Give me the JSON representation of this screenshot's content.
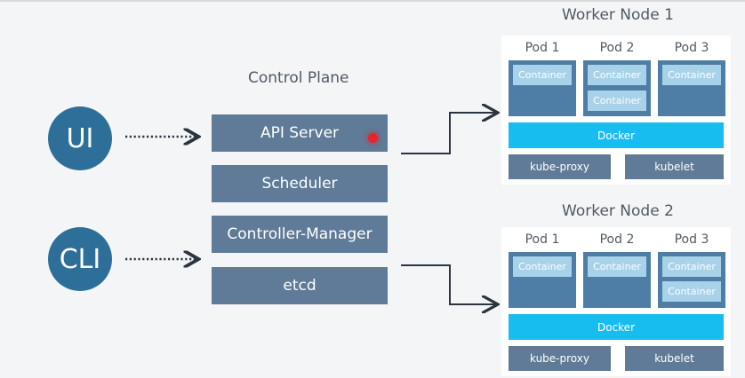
{
  "control_plane": {
    "title": "Control Plane",
    "components": [
      "API Server",
      "Scheduler",
      "Controller-Manager",
      "etcd"
    ]
  },
  "clients": [
    "UI",
    "CLI"
  ],
  "nodes": [
    {
      "title": "Worker Node 1",
      "pods": [
        {
          "label": "Pod 1",
          "containers": [
            "Container"
          ]
        },
        {
          "label": "Pod 2",
          "containers": [
            "Container",
            "Container"
          ]
        },
        {
          "label": "Pod 3",
          "containers": [
            "Container"
          ]
        }
      ],
      "runtime": "Docker",
      "services": [
        "kube-proxy",
        "kubelet"
      ]
    },
    {
      "title": "Worker Node 2",
      "pods": [
        {
          "label": "Pod 1",
          "containers": [
            "Container"
          ]
        },
        {
          "label": "Pod 2",
          "containers": [
            "Container"
          ]
        },
        {
          "label": "Pod 3",
          "containers": [
            "Container",
            "Container"
          ]
        }
      ],
      "runtime": "Docker",
      "services": [
        "kube-proxy",
        "kubelet"
      ]
    }
  ],
  "colors": {
    "client_circle": "#2e6f9a",
    "control_box": "#5f7b97",
    "pod": "#4e7ea6",
    "container": "#a7d2ea",
    "docker": "#18bdf0",
    "pointer_dot": "#e3262c"
  }
}
